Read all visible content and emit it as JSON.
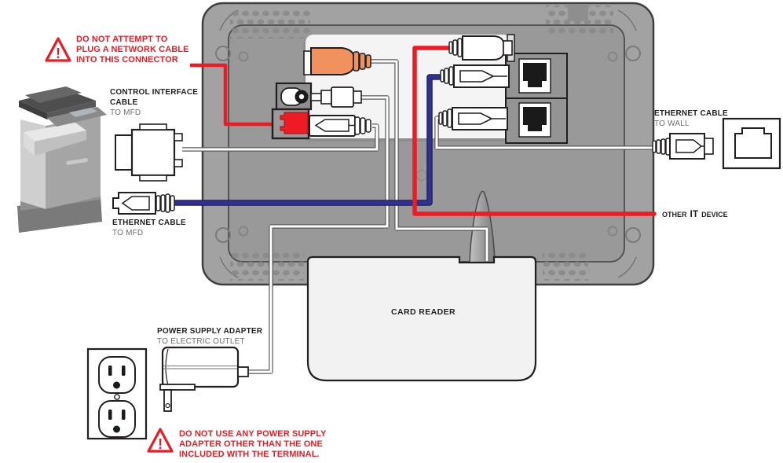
{
  "colors": {
    "accent_red": "#ed1c24",
    "cable_blue": "#2e3192",
    "connector_orange": "#f0915e",
    "terminal_grey": "#9c9c9c",
    "bay_white": "#f4f4f4"
  },
  "warnings": {
    "network": {
      "icon": "!",
      "lines": [
        "DO NOT ATTEMPT TO",
        "PLUG A NETWORK CABLE",
        "INTO THIS CONNECTOR"
      ]
    },
    "power": {
      "icon": "!",
      "lines": [
        "DO NOT USE ANY POWER SUPPLY",
        "ADAPTER OTHER THAN THE ONE",
        "INCLUDED WITH THE TERMINAL."
      ]
    }
  },
  "labels": {
    "control_interface": {
      "line1": "CONTROL INTERFACE",
      "line2": "CABLE",
      "sub": "TO MFD"
    },
    "ethernet_mfd": {
      "title": "ETHERNET CABLE",
      "sub": "TO MFD"
    },
    "ethernet_wall": {
      "title": "ETHERNET CABLE",
      "sub": "TO WALL"
    },
    "power_adapter": {
      "title": "POWER SUPPLY ADAPTER",
      "sub": "TO ELECTRIC OUTLET"
    },
    "card_reader": "CARD READER",
    "other_device": {
      "word1": "OTHER",
      "word2": "IT",
      "word3": "DEVICE"
    }
  }
}
